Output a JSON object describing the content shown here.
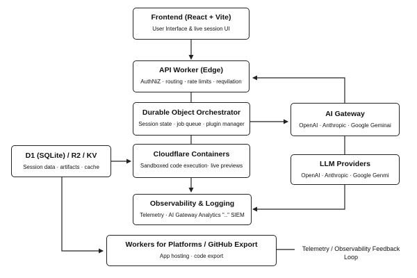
{
  "nodes": {
    "frontend": {
      "title": "Frontend (React + Vite)",
      "subtitle": "User Interface & live session UI"
    },
    "api_worker": {
      "title": "API Worker (Edge)",
      "subtitle": "AuthNiZ · routing · rate limits · reqvilation"
    },
    "durable_object": {
      "title": "Durable Object Orchestrator",
      "subtitle": "Session state · job queue · plugin manager"
    },
    "containers": {
      "title": "Cloudflare Containers",
      "subtitle": "Sandboxed code execution· live previews"
    },
    "observability": {
      "title": "Observability & Logging",
      "subtitle": "Telemetry · AI Gateway Analytics \"..\" SIEM"
    },
    "workers_platforms": {
      "title": "Workers for Platforms / GitHub Export",
      "subtitle": "App hosting · code export"
    },
    "storage": {
      "title": "D1 (SQLite) / R2 / KV",
      "subtitle": "Session data · artifacts · cache"
    },
    "ai_gateway": {
      "title": "AI Gateway",
      "subtitle": "OpenAI · Anthropic · Google Geminai"
    },
    "llm_providers": {
      "title": "LLM Providers",
      "subtitle": "OpenAI · Anthropic · Google Genmi"
    }
  },
  "annotations": {
    "feedback_loop": "Telemetry / Observability Feedback Loop"
  }
}
